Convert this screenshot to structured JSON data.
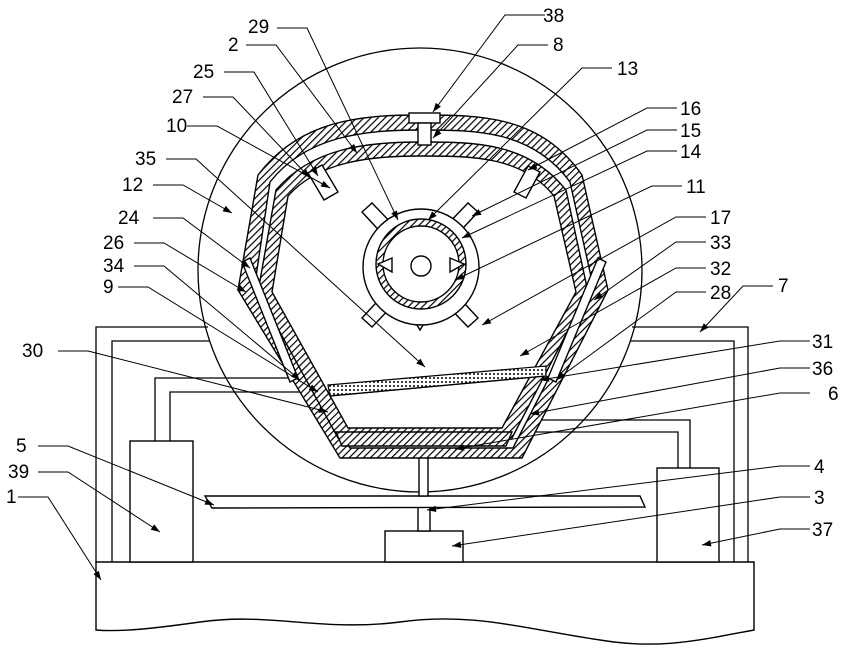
{
  "labels": [
    {
      "id": "38",
      "text": "38"
    },
    {
      "id": "29",
      "text": "29"
    },
    {
      "id": "2",
      "text": "2"
    },
    {
      "id": "8",
      "text": "8"
    },
    {
      "id": "25",
      "text": "25"
    },
    {
      "id": "13",
      "text": "13"
    },
    {
      "id": "27",
      "text": "27"
    },
    {
      "id": "16",
      "text": "16"
    },
    {
      "id": "10",
      "text": "10"
    },
    {
      "id": "15",
      "text": "15"
    },
    {
      "id": "14",
      "text": "14"
    },
    {
      "id": "35",
      "text": "35"
    },
    {
      "id": "12",
      "text": "12"
    },
    {
      "id": "11",
      "text": "11"
    },
    {
      "id": "24",
      "text": "24"
    },
    {
      "id": "17",
      "text": "17"
    },
    {
      "id": "26",
      "text": "26"
    },
    {
      "id": "33",
      "text": "33"
    },
    {
      "id": "34",
      "text": "34"
    },
    {
      "id": "32",
      "text": "32"
    },
    {
      "id": "9",
      "text": "9"
    },
    {
      "id": "28",
      "text": "28"
    },
    {
      "id": "7",
      "text": "7"
    },
    {
      "id": "30",
      "text": "30"
    },
    {
      "id": "31",
      "text": "31"
    },
    {
      "id": "36",
      "text": "36"
    },
    {
      "id": "6",
      "text": "6"
    },
    {
      "id": "5",
      "text": "5"
    },
    {
      "id": "4",
      "text": "4"
    },
    {
      "id": "39",
      "text": "39"
    },
    {
      "id": "3",
      "text": "3"
    },
    {
      "id": "1",
      "text": "1"
    },
    {
      "id": "37",
      "text": "37"
    }
  ]
}
